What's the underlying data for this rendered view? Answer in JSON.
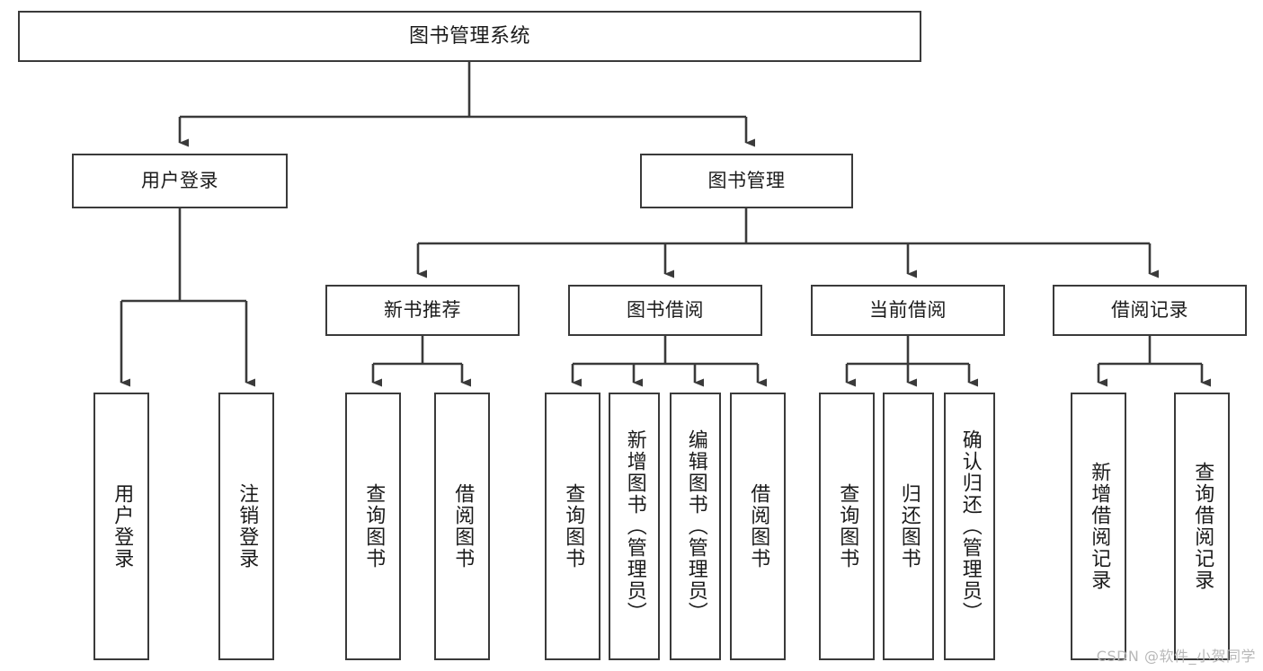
{
  "diagram": {
    "type": "tree",
    "title": "图书管理系统",
    "root": {
      "id": "root",
      "label": "图书管理系统"
    },
    "level2": [
      {
        "id": "user-login",
        "label": "用户登录"
      },
      {
        "id": "book-manage",
        "label": "图书管理"
      }
    ],
    "level3": [
      {
        "id": "new-book-rec",
        "label": "新书推荐"
      },
      {
        "id": "book-borrow",
        "label": "图书借阅"
      },
      {
        "id": "current-borrow",
        "label": "当前借阅"
      },
      {
        "id": "borrow-record",
        "label": "借阅记录"
      }
    ],
    "leaves": [
      {
        "id": "leaf-user-login",
        "label": "用户登录",
        "parent": "user-login"
      },
      {
        "id": "leaf-user-logout",
        "label": "注销登录",
        "parent": "user-login"
      },
      {
        "id": "leaf-query-book-1",
        "label": "查询图书",
        "parent": "new-book-rec"
      },
      {
        "id": "leaf-borrow-book-1",
        "label": "借阅图书",
        "parent": "new-book-rec"
      },
      {
        "id": "leaf-query-book-2",
        "label": "查询图书",
        "parent": "book-borrow"
      },
      {
        "id": "leaf-add-book",
        "label": "新增图书（管理员）",
        "parent": "book-borrow"
      },
      {
        "id": "leaf-edit-book",
        "label": "编辑图书（管理员）",
        "parent": "book-borrow"
      },
      {
        "id": "leaf-borrow-book-2",
        "label": "借阅图书",
        "parent": "book-borrow"
      },
      {
        "id": "leaf-query-book-3",
        "label": "查询图书",
        "parent": "current-borrow"
      },
      {
        "id": "leaf-return-book",
        "label": "归还图书",
        "parent": "current-borrow"
      },
      {
        "id": "leaf-confirm-return",
        "label": "确认归还（管理员）",
        "parent": "current-borrow"
      },
      {
        "id": "leaf-add-record",
        "label": "新增借阅记录",
        "parent": "borrow-record"
      },
      {
        "id": "leaf-query-record",
        "label": "查询借阅记录",
        "parent": "borrow-record"
      }
    ],
    "colors": {
      "stroke": "#3a3a3a",
      "fill": "#ffffff",
      "text": "#1b1b1b",
      "watermark": "#b8b8b8"
    }
  },
  "watermark": {
    "text": "CSDN @软件_小贺同学"
  }
}
